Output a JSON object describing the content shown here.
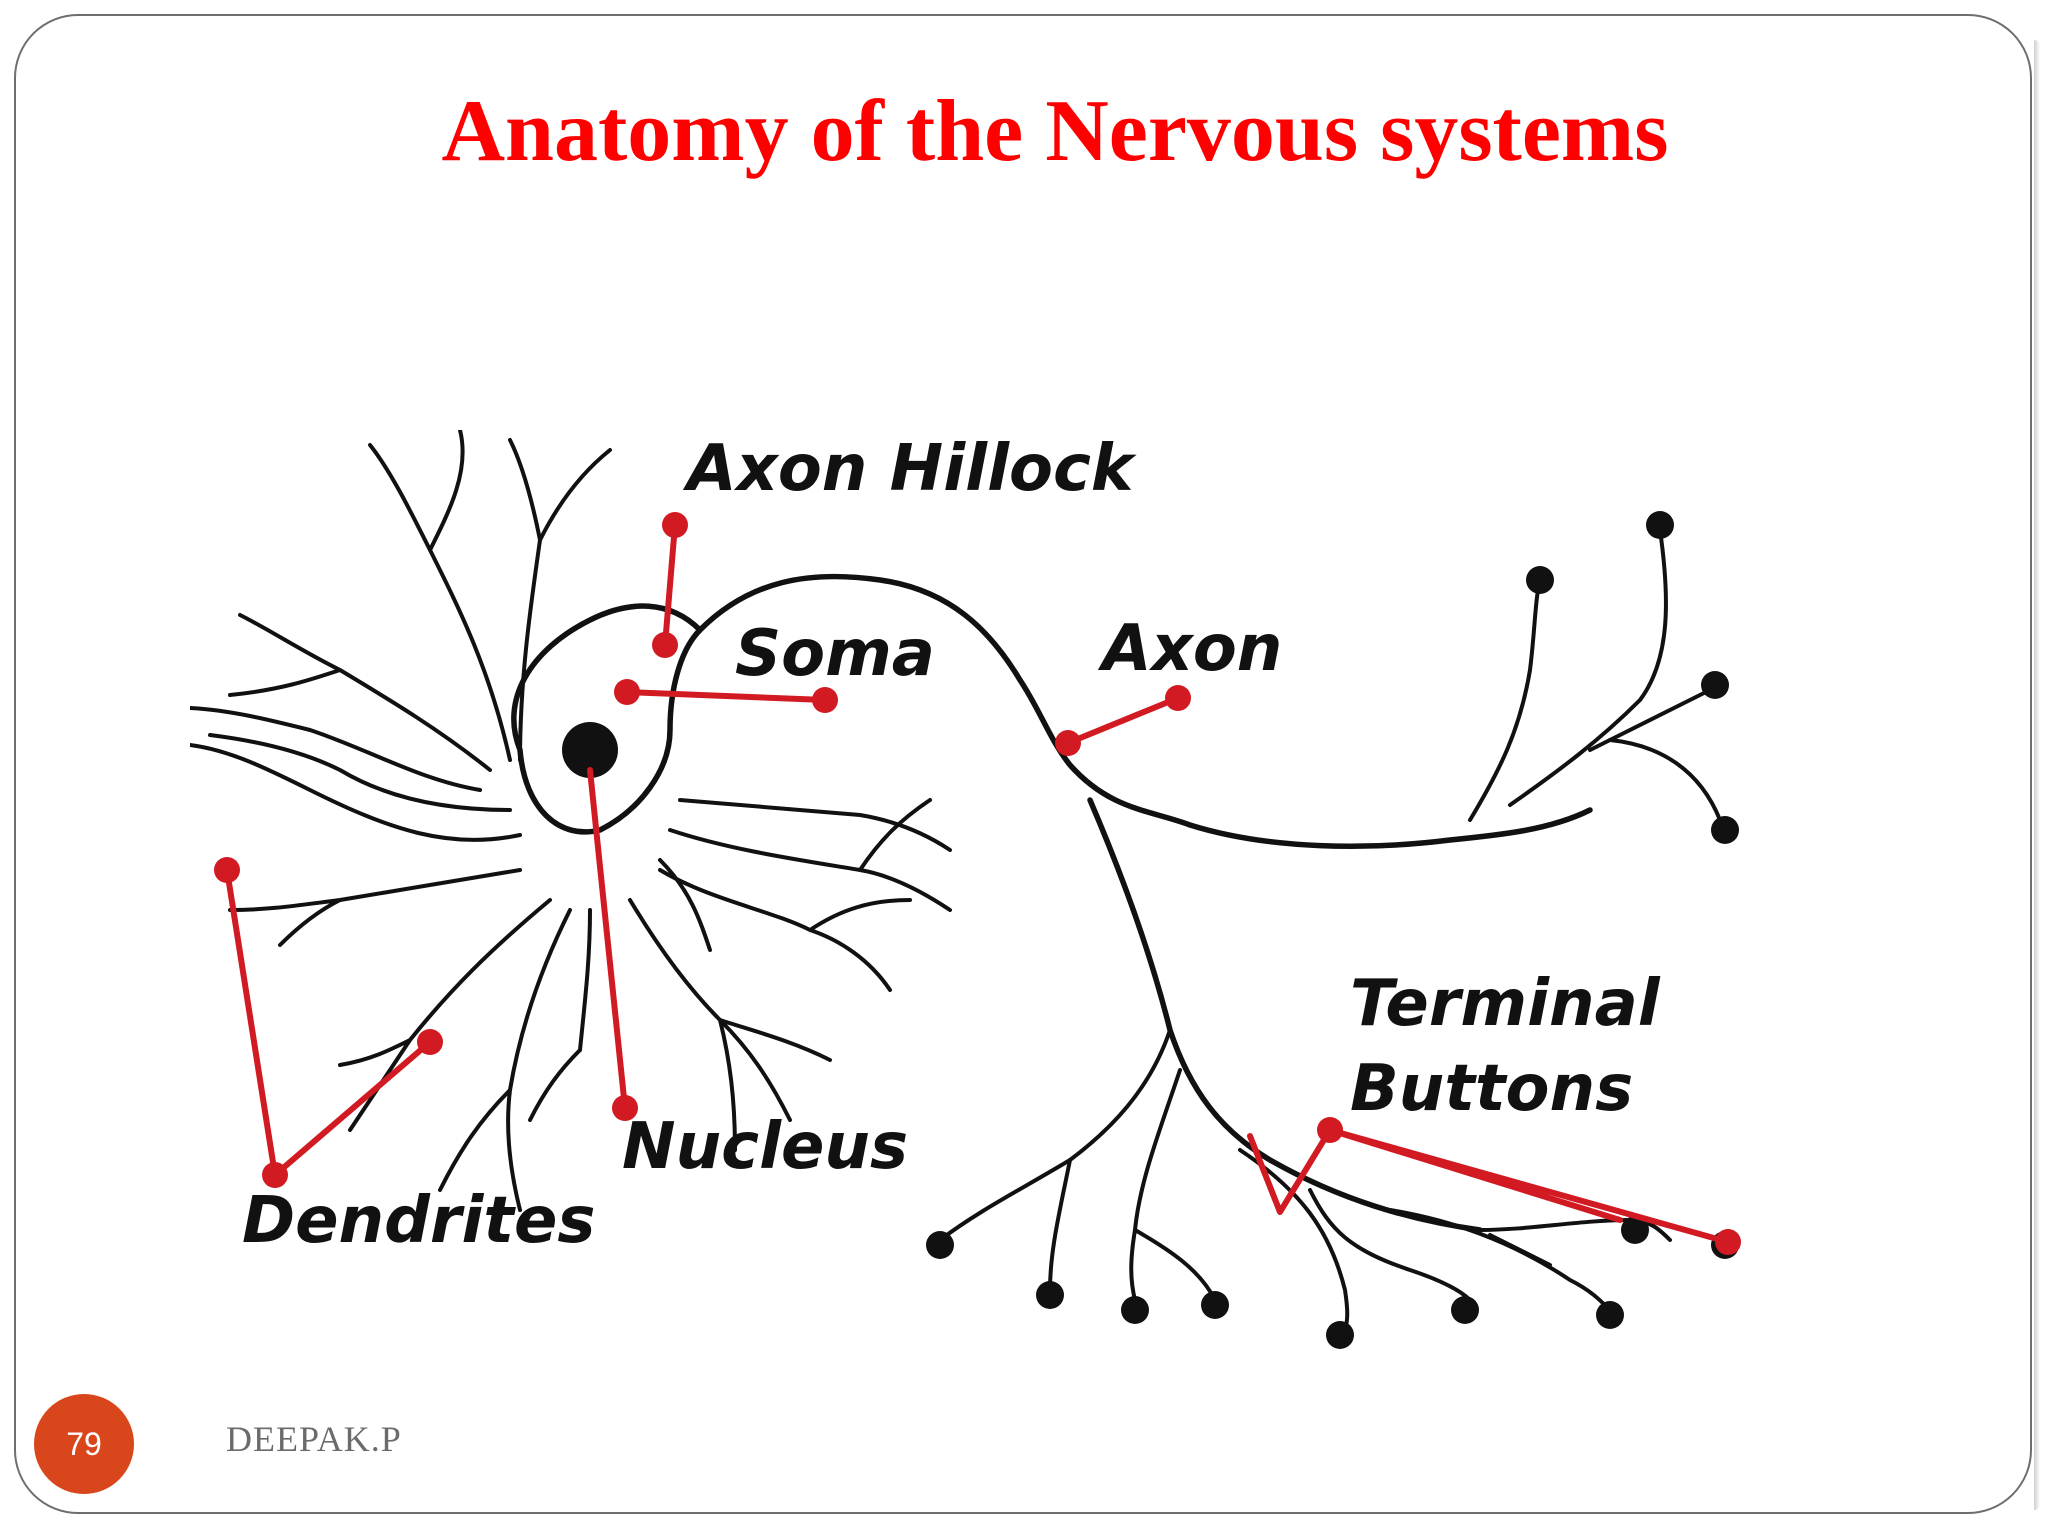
{
  "slide": {
    "title": "Anatomy of the Nervous systems",
    "page_number": "79",
    "author": "DEEPAK.P"
  },
  "diagram": {
    "labels": {
      "axon_hillock": "Axon Hillock",
      "soma": "Soma",
      "axon": "Axon",
      "nucleus": "Nucleus",
      "dendrites": "Dendrites",
      "terminal_line1": "Terminal",
      "terminal_line2": "Buttons"
    }
  },
  "colors": {
    "title": "#ff0000",
    "leader_lines": "#d21a22",
    "neuron": "#111111",
    "page_badge": "#d9461c",
    "author_text": "#6b6b6b"
  }
}
